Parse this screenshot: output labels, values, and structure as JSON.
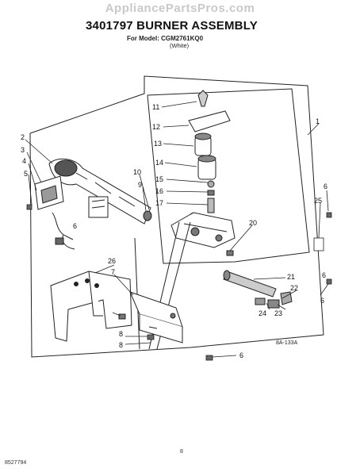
{
  "watermark": "AppliancePartsPros.com",
  "title": "3401797 BURNER ASSEMBLY",
  "model_line": "For Model: CGM2761KQ0",
  "color_note": "(White)",
  "diagram_code": "8A-133A",
  "footer_doc": "8527794",
  "footer_page": "8",
  "callouts": [
    {
      "id": "c11",
      "text": "11"
    },
    {
      "id": "c12",
      "text": "12"
    },
    {
      "id": "c13",
      "text": "13"
    },
    {
      "id": "c14",
      "text": "14"
    },
    {
      "id": "c15",
      "text": "15"
    },
    {
      "id": "c16",
      "text": "16"
    },
    {
      "id": "c17",
      "text": "17"
    },
    {
      "id": "c1",
      "text": "1"
    },
    {
      "id": "c2",
      "text": "2"
    },
    {
      "id": "c3",
      "text": "3"
    },
    {
      "id": "c4",
      "text": "4"
    },
    {
      "id": "c5",
      "text": "5"
    },
    {
      "id": "c10",
      "text": "10"
    },
    {
      "id": "c9",
      "text": "9"
    },
    {
      "id": "c6a",
      "text": "6"
    },
    {
      "id": "c6b",
      "text": "6"
    },
    {
      "id": "c25",
      "text": "25"
    },
    {
      "id": "c20",
      "text": "20"
    },
    {
      "id": "c26",
      "text": "26"
    },
    {
      "id": "c7",
      "text": "7"
    },
    {
      "id": "c21",
      "text": "21"
    },
    {
      "id": "c22",
      "text": "22"
    },
    {
      "id": "c6c",
      "text": "6"
    },
    {
      "id": "c24",
      "text": "24"
    },
    {
      "id": "c23",
      "text": "23"
    },
    {
      "id": "c6d",
      "text": "6"
    },
    {
      "id": "c8a",
      "text": "8"
    },
    {
      "id": "c8b",
      "text": "8"
    },
    {
      "id": "c6e",
      "text": "6"
    }
  ]
}
